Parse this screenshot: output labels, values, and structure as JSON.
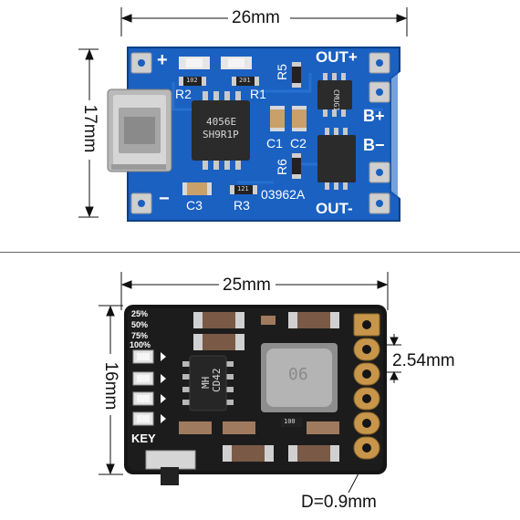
{
  "top_board": {
    "width_label": "26mm",
    "height_label": "17mm",
    "silkscreen": {
      "plus": "+",
      "minus": "−",
      "out_plus": "OUT+",
      "out_minus": "OUT-",
      "b_plus": "B+",
      "b_minus": "B−",
      "r1": "R1",
      "r2": "R2",
      "r3": "R3",
      "r5": "R5",
      "r6": "R6",
      "c1": "C1",
      "c2": "C2",
      "c3": "C3",
      "board_id": "03962A"
    },
    "chip_main_line1": "4056E",
    "chip_main_line2": "SH9R1P",
    "chip_small": "CMUG1",
    "res_102": "102",
    "res_201": "201",
    "res_121": "121",
    "colors": {
      "pcb": "#1a5fbd",
      "pad": "#c8c8c8",
      "chip": "#2b2b2b"
    }
  },
  "bottom_board": {
    "width_label": "25mm",
    "height_label": "16mm",
    "pitch_label": "2.54mm",
    "hole_label": "D=0.9mm",
    "percent_labels": [
      "25%",
      "50%",
      "75%",
      "100%"
    ],
    "key_label": "KEY",
    "chip_line1": "MH",
    "chip_line2": "CD42",
    "inductor_text": "06",
    "res_100": "100",
    "colors": {
      "pcb": "#151515",
      "pad": "#c8964a",
      "inductor": "#a8a8a8"
    }
  }
}
